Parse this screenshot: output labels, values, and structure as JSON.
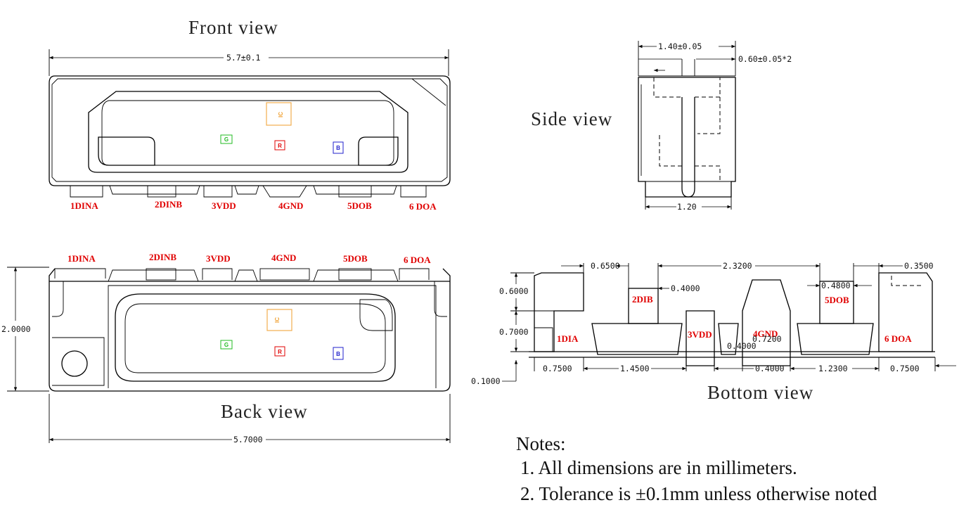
{
  "views": {
    "front": "Front view",
    "side": "Side  view",
    "back": "Back view",
    "bottom": "Bottom view"
  },
  "pins": [
    "1DINA",
    "2DINB",
    "3VDD",
    "4GND",
    "5DOB",
    "6 DOA"
  ],
  "bottom_pins": [
    "1DIA",
    "2DIB",
    "3VDD",
    "4GND",
    "5DOB",
    "6 DOA"
  ],
  "led_labels": {
    "ic": "IC",
    "g": "G",
    "r": "R",
    "b": "B"
  },
  "dims": {
    "front_width": "5.7±0.1",
    "back_width": "5.7000",
    "back_height": "2.0000",
    "side_top": "1.40±0.05",
    "side_right": "0.60±0.05*2",
    "side_bottom": "1.20",
    "b_0650": "0.6500",
    "b_23200": "2.3200",
    "b_03500": "0.3500",
    "b_04000a": "0.4000",
    "b_04800": "0.4800",
    "b_06000": "0.6000",
    "b_07000": "0.7000",
    "b_07200": "0.7200",
    "b_04000b": "0.4000",
    "b_01000": "0.1000",
    "b_07500a": "0.7500",
    "b_14500": "1.4500",
    "b_04000c": "0.4000",
    "b_12300": "1.2300",
    "b_07500b": "0.7500"
  },
  "notes": {
    "title": "Notes:",
    "items": [
      "1. All dimensions are in millimeters.",
      "2. Tolerance is ±0.1mm unless otherwise noted"
    ]
  },
  "colors": {
    "pin": "#e00000",
    "ic": "#f0a030",
    "g": "#22bb22",
    "r": "#e00000",
    "b": "#2222cc"
  }
}
